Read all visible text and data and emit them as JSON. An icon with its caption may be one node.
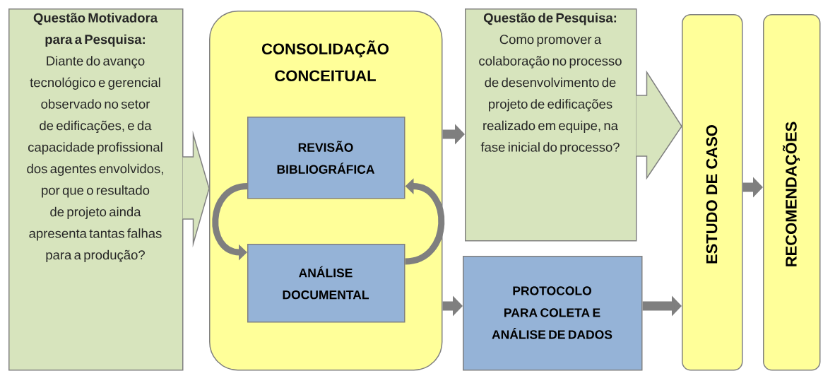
{
  "diagram": {
    "nodes": [
      {
        "text": [
          "Questão Motivadora para a Pesquisa:",
          "Diante do avanço tecnológico e gerencial observado no setor de edificações, e da capacidade profissional dos agentes envolvidos, por que o resultado de projeto ainda apresenta tantas falhas para a produção?"
        ]
      },
      {
        "text": [
          "CONSOLIDAÇÃO CONCEITUAL"
        ]
      },
      {
        "text": [
          "REVISÃO BIBLIOGRÁFICA"
        ],
        "in": 1
      },
      {
        "text": [
          "ANÁLISE DOCUMENTAL"
        ],
        "in": 1
      },
      {
        "text": [
          "Questão de Pesquisa:",
          "Como promover a colaboração no processo de desenvolvimento de projeto de edificações realizado em equipe, na fase inicial do processo?"
        ]
      },
      {
        "text": [
          "PROTOCOLO PARA COLETA E ANÁLISE DE DADOS"
        ]
      },
      {
        "text": [
          "ESTUDO DE CASO"
        ]
      },
      {
        "text": [
          "RECOMENDAÇÕES"
        ]
      }
    ],
    "edges": [
      {
        "from": 0,
        "to": 1,
        "arrow": "to"
      },
      {
        "from": 2,
        "to": 3,
        "arrow": "to"
      },
      {
        "from": 3,
        "to": 2,
        "arrow": "to"
      },
      {
        "from": 1,
        "to": 4,
        "arrow": "to"
      },
      {
        "from": 1,
        "to": 5,
        "arrow": "to"
      },
      {
        "from": 4,
        "to": 6,
        "arrow": "to"
      },
      {
        "from": 5,
        "to": 6,
        "arrow": "to"
      },
      {
        "from": 6,
        "to": 7,
        "arrow": "to"
      }
    ]
  }
}
